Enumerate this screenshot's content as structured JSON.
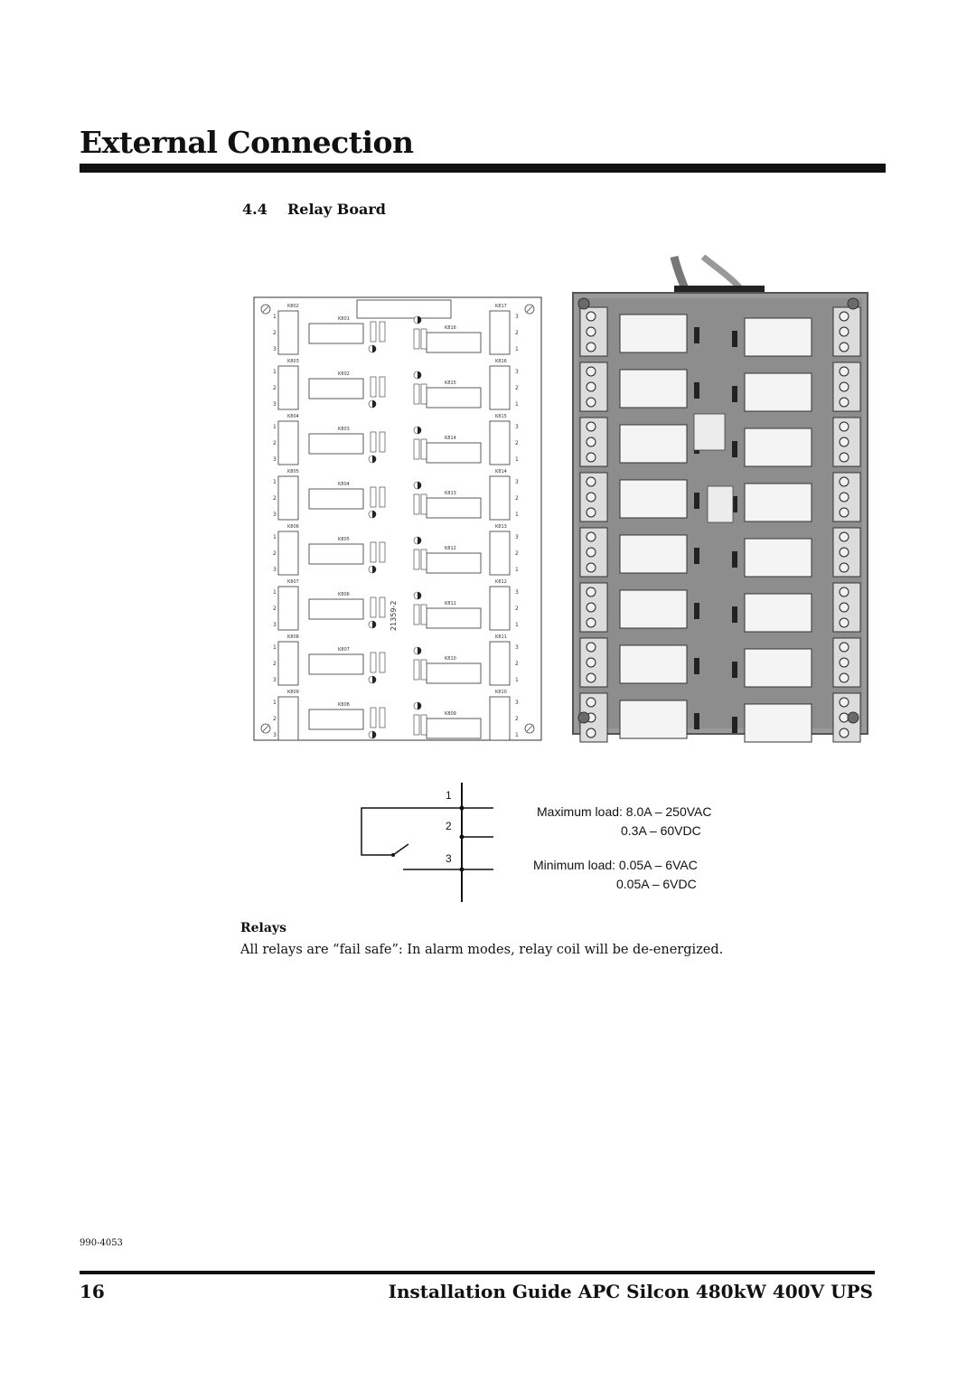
{
  "header": {
    "chapter_title": "External Connection"
  },
  "section": {
    "number": "4.4",
    "title": "Relay Board"
  },
  "schematic": {
    "left_relays": [
      "K802",
      "K803",
      "K804",
      "K805",
      "K806",
      "K807",
      "K808",
      "K809"
    ],
    "right_relays": [
      "K817",
      "K816",
      "K815",
      "K814",
      "K813",
      "K812",
      "K811",
      "K810"
    ],
    "inner_left": [
      "K801",
      "K802",
      "K803",
      "K804",
      "K805",
      "K806",
      "K807",
      "K808"
    ],
    "inner_right": [
      "K816",
      "K815",
      "K814",
      "K813",
      "K812",
      "K811",
      "K810",
      "K809"
    ],
    "board_code": "21359-2"
  },
  "relay_diagram": {
    "terminals": [
      "1",
      "2",
      "3"
    ]
  },
  "specs": {
    "max_label": "Maximum load: 8.0A – 250VAC",
    "max_line2": "0.3A – 60VDC",
    "min_label": "Minimum load: 0.05A – 6VAC",
    "min_line2": "0.05A – 6VDC"
  },
  "relays_note": {
    "heading": "Relays",
    "body": "All relays are “fail safe”: In alarm modes, relay coil will be de-energized."
  },
  "footer": {
    "doc_number": "990-4053",
    "page_number": "16",
    "title": "Installation Guide APC Silcon 480kW 400V UPS"
  }
}
